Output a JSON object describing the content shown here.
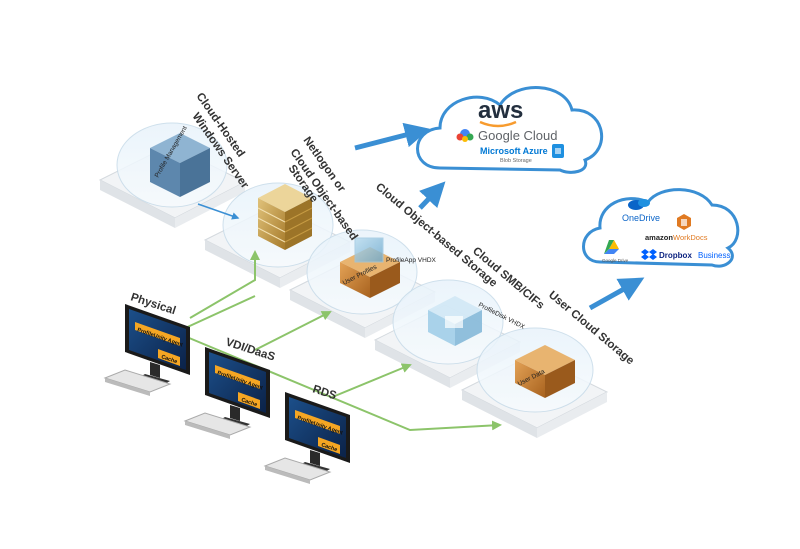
{
  "tiers": {
    "cloud_hosted": "Cloud-Hosted\nWindows Server",
    "netlogon": "Netlogon or\nCloud Object-based\nStorage",
    "object_based": "Cloud Object-based\nStorage",
    "smb": "Cloud SMB/CIFs",
    "user_storage": "User Cloud Storage"
  },
  "box_labels": {
    "profile_mgmt": "Profile Management",
    "profiles": "User Profiles",
    "profileapp": "ProfileApp VHDX",
    "profiledisk": "ProfileDisk VHDX",
    "user_data": "User Data"
  },
  "endpoints": {
    "physical": "Physical",
    "vdi": "VDI/DaaS",
    "rds": "RDS",
    "agent": "ProfileUnity Agent",
    "cache": "Cache"
  },
  "cloud_top": {
    "aws": "aws",
    "google": "Google Cloud",
    "azure": "Microsoft Azure",
    "azure_sub": "Blob Storage"
  },
  "cloud_right": {
    "onedrive": "OneDrive",
    "amazon": "amazon",
    "workdocs": "WorkDocs",
    "gdrive": "Google Drive",
    "dropbox": "Dropbox",
    "business": "Business"
  },
  "colors": {
    "arrow_blue": "#3a8fd4",
    "arrow_green": "#8cc46a",
    "cloud_stroke": "#3a8fd4",
    "box_gold": "#c8a24a",
    "box_orange": "#c9822e",
    "agent_orange": "#f5a623"
  }
}
